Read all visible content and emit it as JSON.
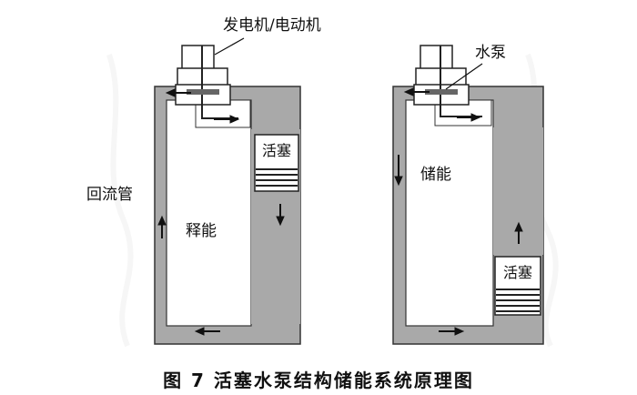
{
  "left_diagram": {
    "motor_label": "发电机/电动机",
    "piston_label": "活塞",
    "return_pipe_label": "回流管",
    "mode_label": "释能"
  },
  "right_diagram": {
    "pump_label": "水泵",
    "piston_label": "活塞",
    "mode_label": "储能"
  },
  "caption": "图 7   活塞水泵结构储能系统原理图",
  "colors": {
    "water": "#a9a9a9",
    "inner": "#ffffff",
    "outline": "#333333"
  }
}
